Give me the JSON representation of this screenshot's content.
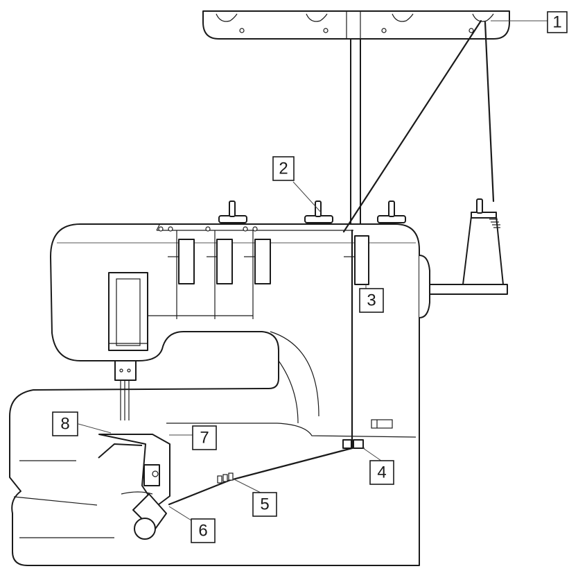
{
  "callouts": [
    {
      "id": "1",
      "label": "1"
    },
    {
      "id": "2",
      "label": "2"
    },
    {
      "id": "3",
      "label": "3"
    },
    {
      "id": "4",
      "label": "4"
    },
    {
      "id": "5",
      "label": "5"
    },
    {
      "id": "6",
      "label": "6"
    },
    {
      "id": "7",
      "label": "7"
    },
    {
      "id": "8",
      "label": "8"
    }
  ],
  "colors": {
    "line": "#1a1a1a",
    "background": "#ffffff"
  }
}
